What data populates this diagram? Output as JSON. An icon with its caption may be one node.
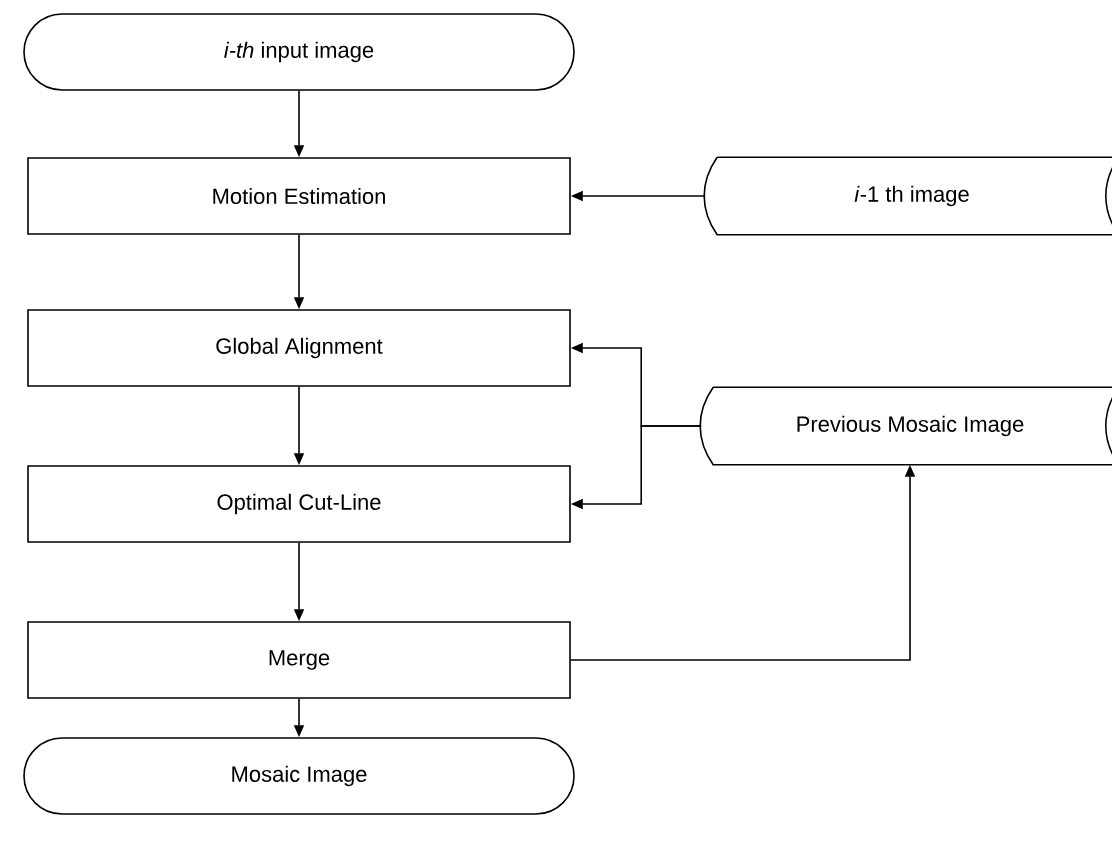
{
  "diagram": {
    "nodes": [
      {
        "text": [
          "*i-th* input image"
        ]
      },
      {
        "text": [
          "Motion Estimation"
        ]
      },
      {
        "text": [
          "*i*-1 th image"
        ]
      },
      {
        "text": [
          "Global Alignment"
        ]
      },
      {
        "text": [
          "Previous Mosaic Image"
        ]
      },
      {
        "text": [
          "Optimal Cut-Line"
        ]
      },
      {
        "text": [
          "Merge"
        ]
      },
      {
        "text": [
          "Mosaic Image"
        ]
      }
    ],
    "edges": [
      {
        "from": 0,
        "to": 1,
        "arrow": "to"
      },
      {
        "from": 2,
        "to": 1,
        "arrow": "to"
      },
      {
        "from": 1,
        "to": 3,
        "arrow": "to"
      },
      {
        "from": 4,
        "to": 3,
        "arrow": "to"
      },
      {
        "from": 4,
        "to": 5,
        "arrow": "to"
      },
      {
        "from": 3,
        "to": 5,
        "arrow": "to"
      },
      {
        "from": 5,
        "to": 6,
        "arrow": "to"
      },
      {
        "from": 6,
        "to": 4,
        "arrow": "to"
      },
      {
        "from": 6,
        "to": 7,
        "arrow": "to"
      }
    ]
  }
}
